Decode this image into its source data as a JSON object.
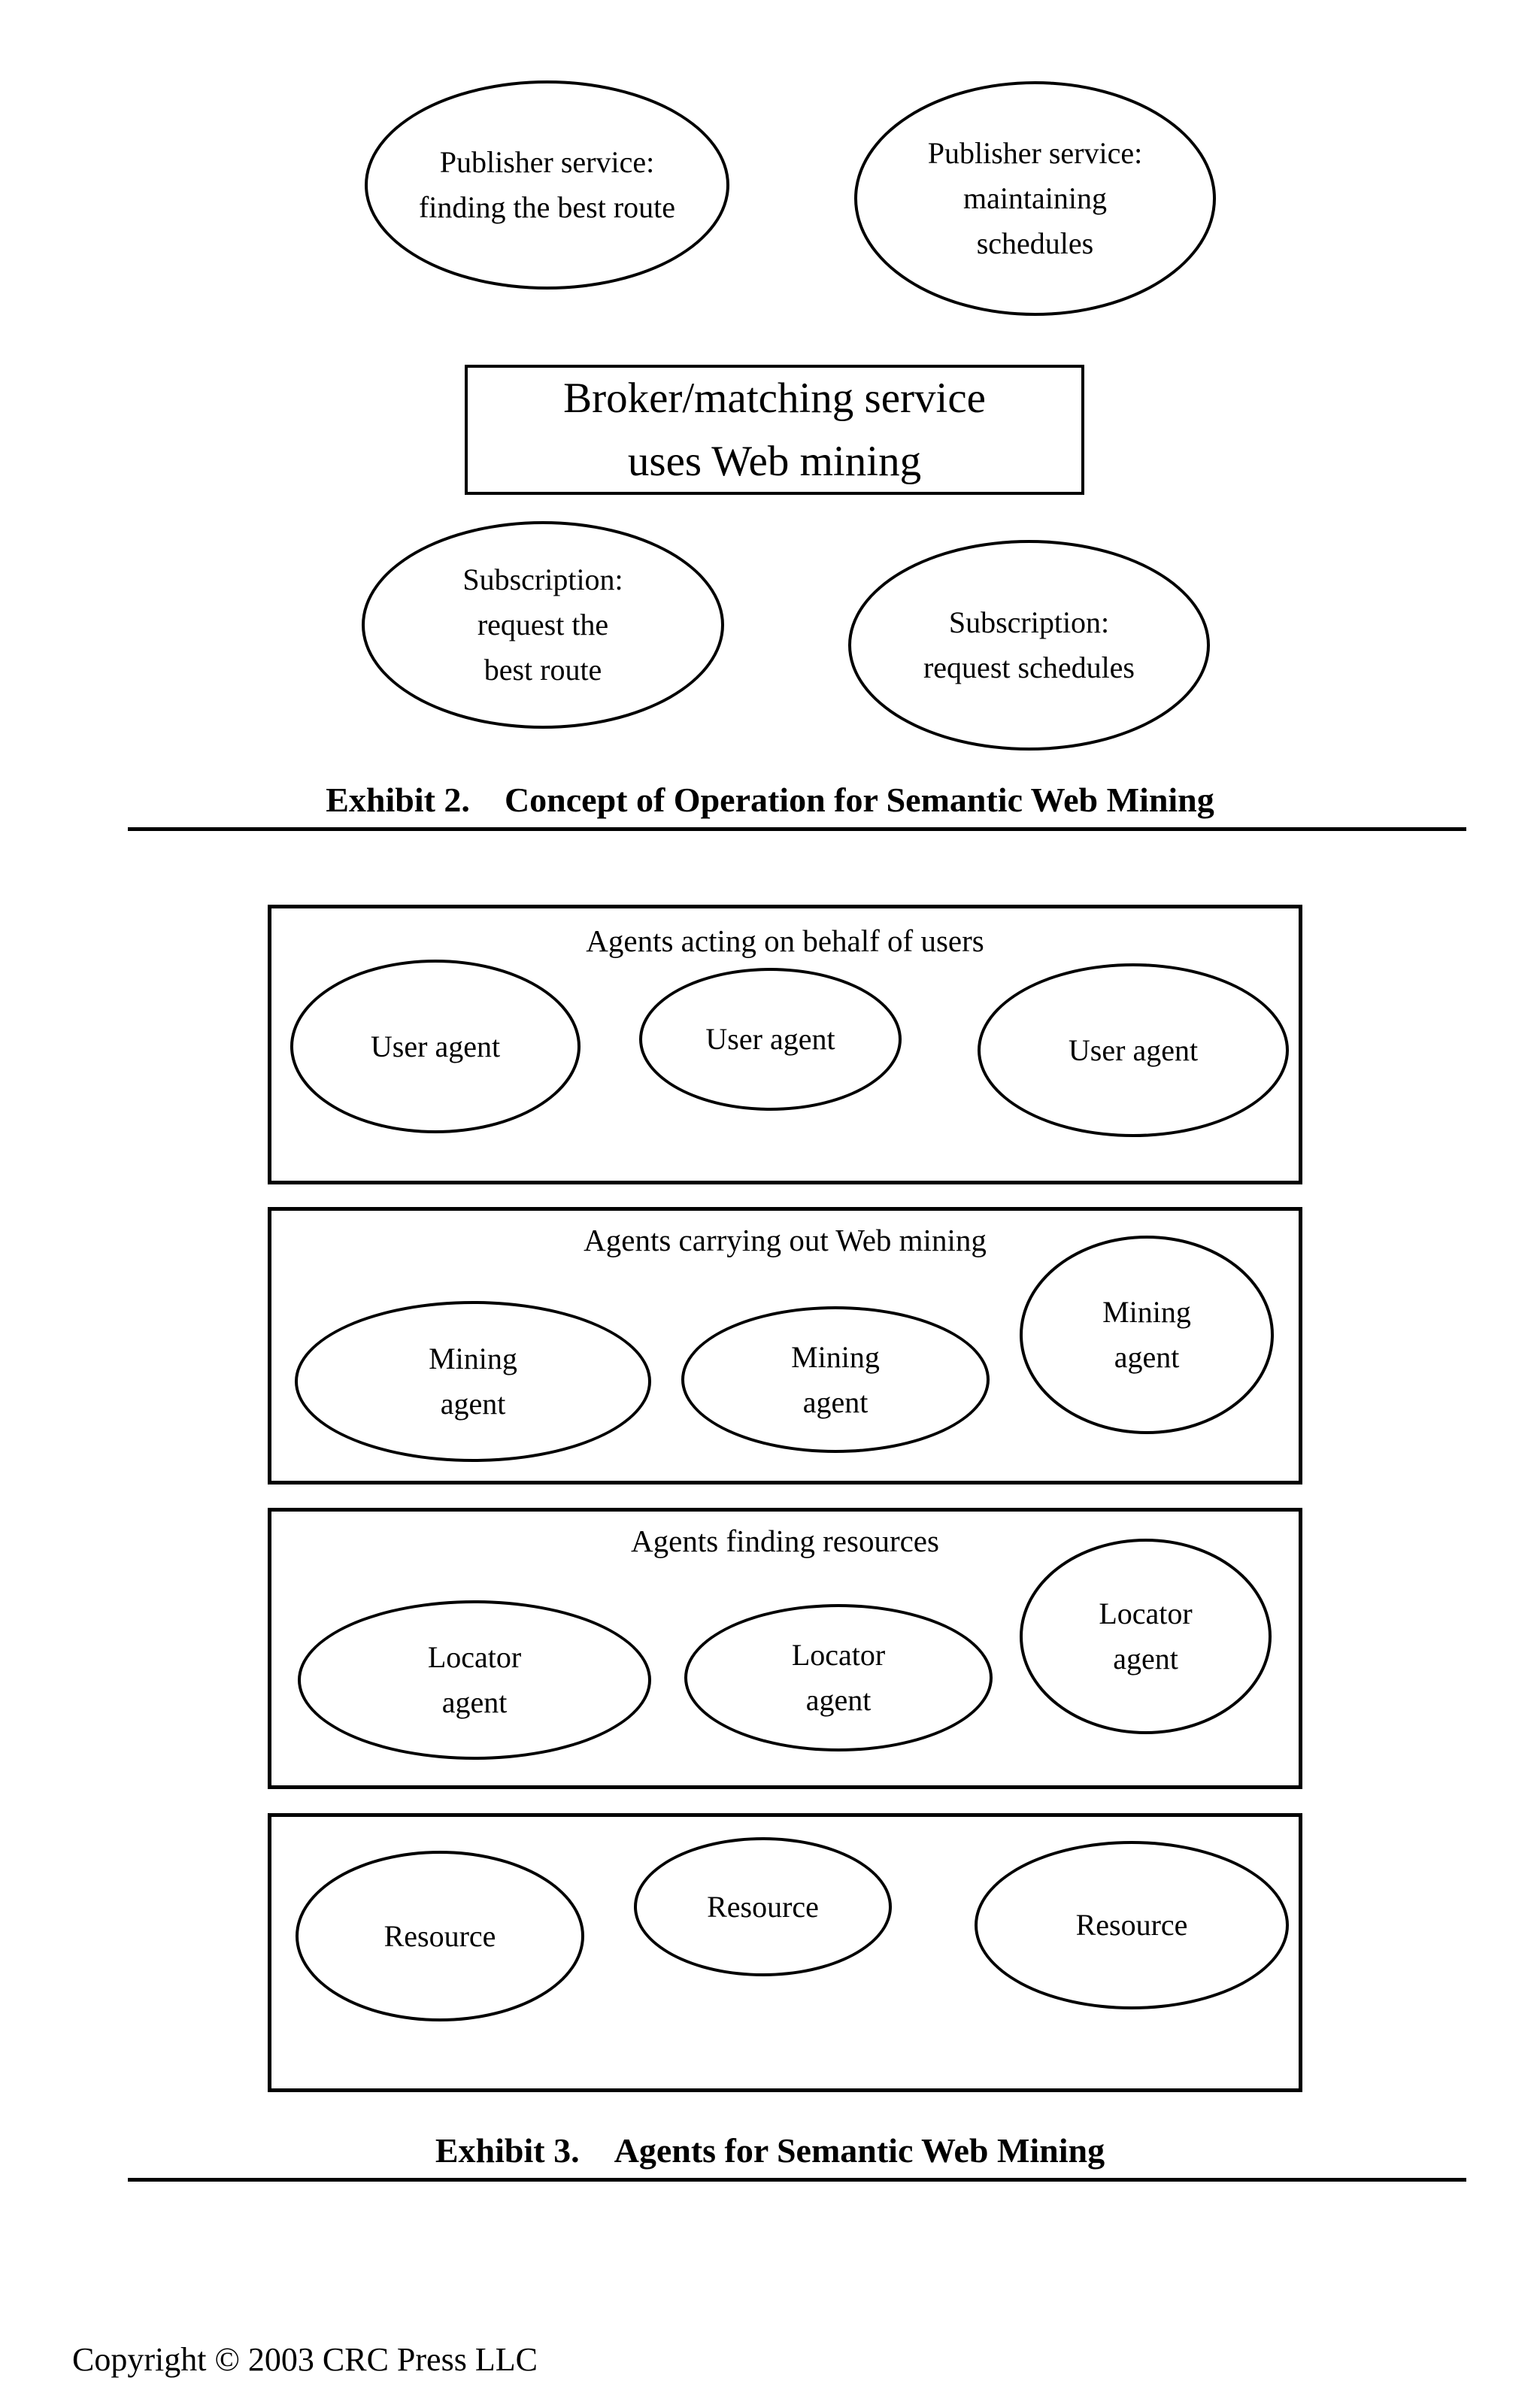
{
  "document": {
    "background": "#ffffff",
    "ink": "#000000"
  },
  "exhibit2": {
    "nodes": {
      "publisher_route": {
        "lines": [
          "Publisher service:",
          "finding the best route"
        ]
      },
      "publisher_schedules": {
        "lines": [
          "Publisher service:",
          "maintaining",
          "schedules"
        ]
      },
      "broker": {
        "lines": [
          "Broker/matching service",
          "uses Web mining"
        ]
      },
      "subscription_route": {
        "lines": [
          "Subscription:",
          "request the",
          "best route"
        ]
      },
      "subscription_schedules": {
        "lines": [
          "Subscription:",
          "request schedules"
        ]
      }
    },
    "caption": {
      "label": "Exhibit 2.",
      "title": "Concept of Operation for Semantic Web Mining"
    }
  },
  "exhibit3": {
    "groups": [
      {
        "title": "Agents acting on behalf of users",
        "agents": [
          {
            "lines": [
              "User agent"
            ]
          },
          {
            "lines": [
              "User agent"
            ]
          },
          {
            "lines": [
              "User agent"
            ]
          }
        ]
      },
      {
        "title": "Agents carrying out Web mining",
        "agents": [
          {
            "lines": [
              "Mining",
              "agent"
            ]
          },
          {
            "lines": [
              "Mining",
              "agent"
            ]
          },
          {
            "lines": [
              "Mining",
              "agent"
            ]
          }
        ]
      },
      {
        "title": "Agents finding resources",
        "agents": [
          {
            "lines": [
              "Locator",
              "agent"
            ]
          },
          {
            "lines": [
              "Locator",
              "agent"
            ]
          },
          {
            "lines": [
              "Locator",
              "agent"
            ]
          }
        ]
      },
      {
        "agents": [
          {
            "lines": [
              "Resource"
            ]
          },
          {
            "lines": [
              "Resource"
            ]
          },
          {
            "lines": [
              "Resource"
            ]
          }
        ]
      }
    ],
    "caption": {
      "label": "Exhibit 3.",
      "title": "Agents for Semantic Web Mining"
    }
  },
  "footer": {
    "copyright": "Copyright © 2003 CRC Press LLC"
  }
}
